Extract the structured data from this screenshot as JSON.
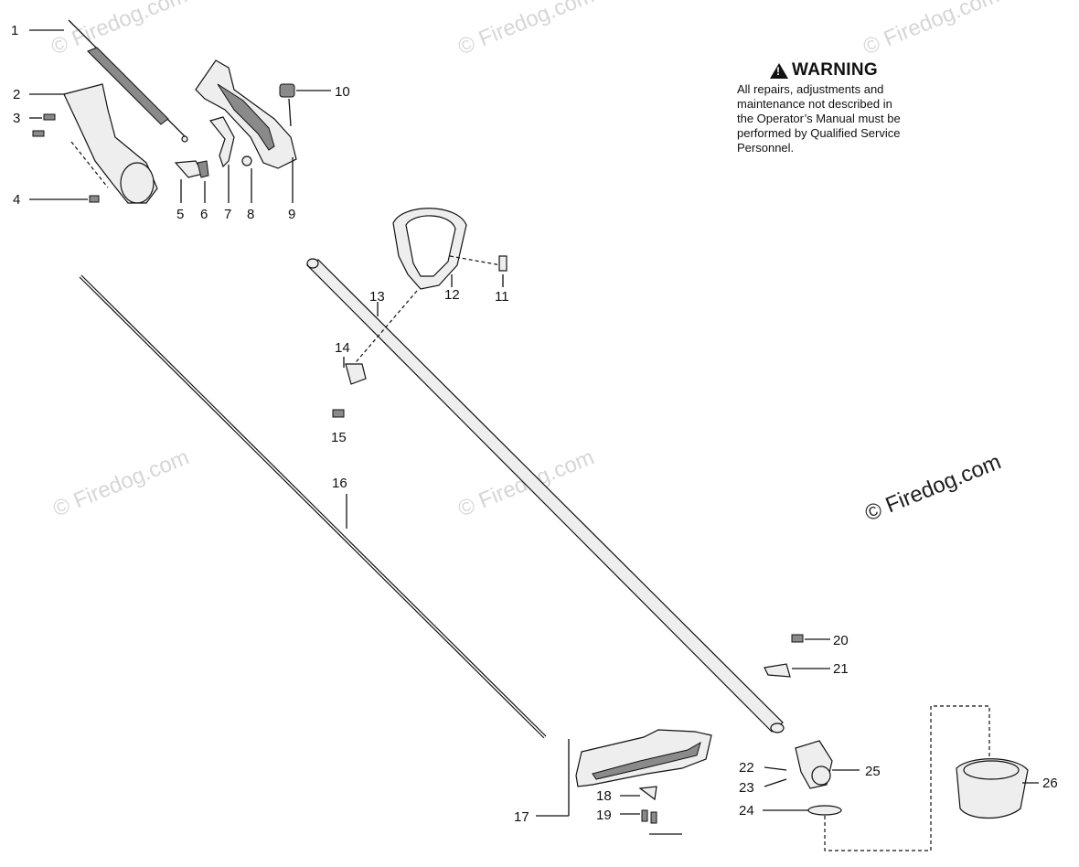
{
  "warning": {
    "title": "WARNING",
    "icon": "warning-triangle-icon",
    "body": "All repairs, adjustments and\nmaintenance not described in\nthe Operator’s Manual must be\nperformed by Qualified Service\nPersonnel."
  },
  "watermarks": [
    "© Firedog.com",
    "© Firedog.com",
    "© Firedog.com",
    "© Firedog.com",
    "© Firedog.com"
  ],
  "part_numbers": [
    "1",
    "2",
    "3",
    "4",
    "5",
    "6",
    "7",
    "8",
    "9",
    "10",
    "11",
    "12",
    "13",
    "14",
    "15",
    "16",
    "17",
    "18",
    "19",
    "20",
    "21",
    "22",
    "23",
    "24",
    "25",
    "26"
  ]
}
